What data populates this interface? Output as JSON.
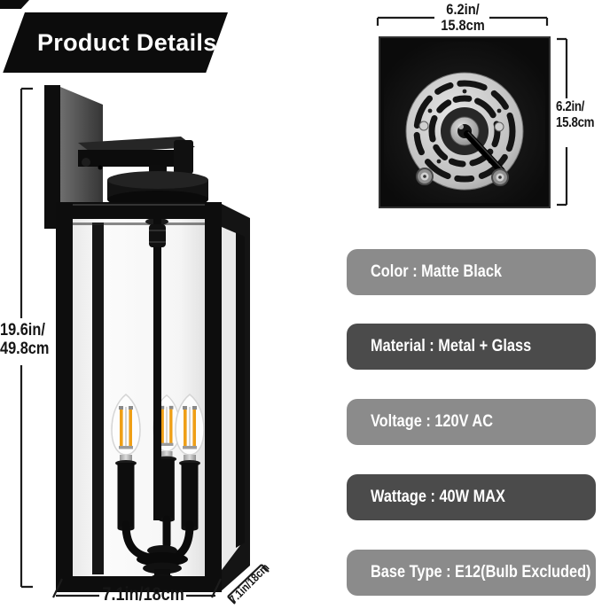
{
  "banner": {
    "title": "Product Details"
  },
  "lantern": {
    "height_label": {
      "line1": "19.6in/",
      "line2": "49.8cm"
    },
    "width_label": "7.1in/18cm",
    "depth_label": "7.1in/18cm"
  },
  "mounting_plate": {
    "width_label": {
      "line1": "6.2in/",
      "line2": "15.8cm"
    },
    "height_label": {
      "line1": "6.2in/",
      "line2": "15.8cm"
    }
  },
  "specs": [
    {
      "name": "color",
      "label": "Color : Matte Black",
      "tone": "light"
    },
    {
      "name": "material",
      "label": "Material : Metal + Glass",
      "tone": "dark"
    },
    {
      "name": "voltage",
      "label": "Voltage : 120V AC",
      "tone": "light"
    },
    {
      "name": "wattage",
      "label": "Wattage : 40W MAX",
      "tone": "dark"
    },
    {
      "name": "base_type",
      "label": "Base Type : E12(Bulb Excluded)",
      "tone": "light"
    }
  ],
  "colors": {
    "banner_bg": "#0c0c0c",
    "bar_light": "#8b8b8b",
    "bar_dark": "#4b4b4b",
    "bar_text": "#ffffff",
    "dimension_text": "#161616",
    "filament_amber": "#ef9f16"
  }
}
